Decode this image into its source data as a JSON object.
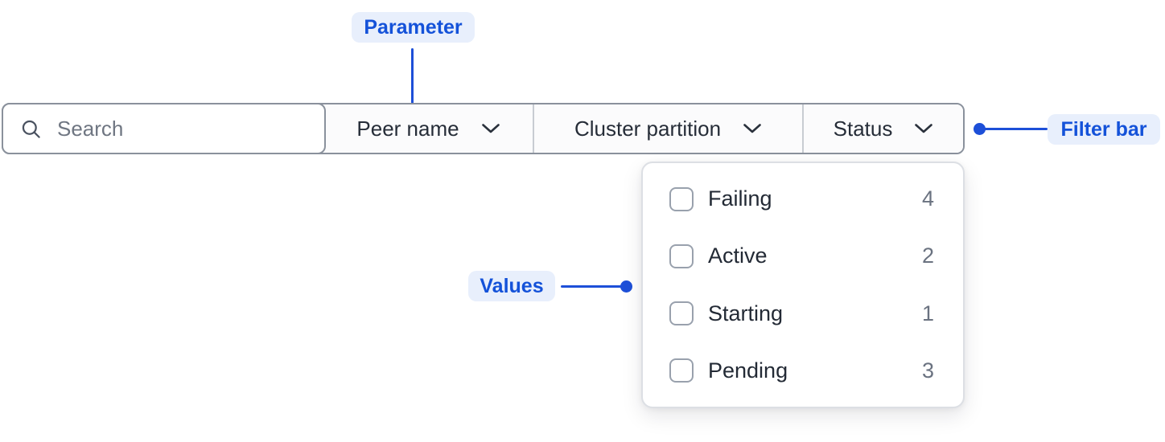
{
  "annotations": {
    "parameter_label": "Parameter",
    "filter_bar_label": "Filter bar",
    "values_label": "Values"
  },
  "filter_bar": {
    "search_placeholder": "Search",
    "search_value": "",
    "dropdowns": [
      {
        "label": "Peer name"
      },
      {
        "label": "Cluster partition"
      },
      {
        "label": "Status"
      }
    ]
  },
  "status_menu": {
    "options": [
      {
        "label": "Failing",
        "count": 4,
        "checked": false
      },
      {
        "label": "Active",
        "count": 2,
        "checked": false
      },
      {
        "label": "Starting",
        "count": 1,
        "checked": false
      },
      {
        "label": "Pending",
        "count": 3,
        "checked": false
      }
    ]
  },
  "colors": {
    "accent_blue": "#1D4FD8",
    "annotation_text": "#1452D9",
    "annotation_pill_bg": "#E8EFFC",
    "bar_border": "#8A919C",
    "divider": "#C8CCD2",
    "text_dark": "#232A35",
    "text_gray": "#6A7280",
    "panel_border": "#DCDFE4",
    "checkbox_border": "#99A1AD"
  }
}
